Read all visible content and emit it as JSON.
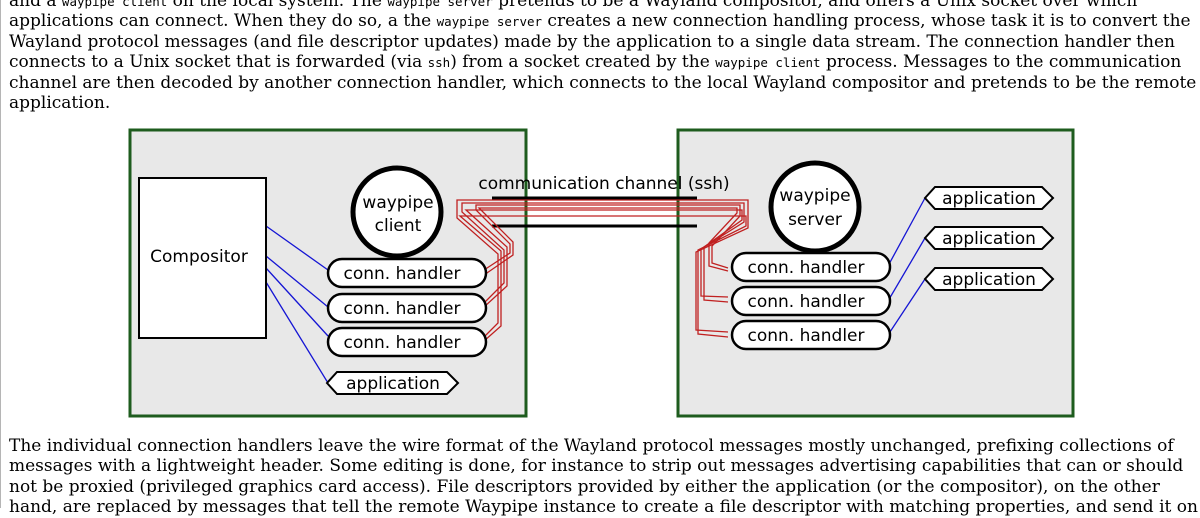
{
  "intro_paragraph": {
    "lines": [
      [
        {
          "t": "and a ",
          "code": false
        },
        {
          "t": "waypipe client",
          "code": true
        },
        {
          "t": " on the local system. The ",
          "code": false
        },
        {
          "t": "waypipe server",
          "code": true
        },
        {
          "t": " pretends to be a Wayland compositor, and offers a Unix socket over which",
          "code": false
        }
      ],
      [
        {
          "t": "applications can connect. When they do so, a the ",
          "code": false
        },
        {
          "t": "waypipe server",
          "code": true
        },
        {
          "t": " creates a new connection handling process, whose task it is to convert the",
          "code": false
        }
      ],
      [
        {
          "t": "Wayland protocol messages (and file descriptor updates) made by the application to a single data stream. The connection handler then",
          "code": false
        }
      ],
      [
        {
          "t": "connects to a Unix socket that is forwarded (via ",
          "code": false
        },
        {
          "t": "ssh",
          "code": true
        },
        {
          "t": ") from a socket created by the ",
          "code": false
        },
        {
          "t": "waypipe client",
          "code": true
        },
        {
          "t": " process. Messages to the communication",
          "code": false
        }
      ],
      [
        {
          "t": "channel are then decoded by another connection handler, which connects to the local Wayland compositor and pretends to be the remote",
          "code": false
        }
      ],
      [
        {
          "t": "application.",
          "code": false
        }
      ]
    ]
  },
  "diagram": {
    "channel_label": "communication channel (ssh)",
    "client_side": {
      "compositor_label": "Compositor",
      "waypipe_label_line1": "waypipe",
      "waypipe_label_line2": "client",
      "handlers": [
        "conn. handler",
        "conn. handler",
        "conn. handler"
      ],
      "local_application": "application"
    },
    "server_side": {
      "waypipe_label_line1": "waypipe",
      "waypipe_label_line2": "server",
      "handlers": [
        "conn. handler",
        "conn. handler",
        "conn. handler"
      ],
      "applications": [
        "application",
        "application",
        "application"
      ]
    },
    "colors": {
      "box_border": "#1e5c1e",
      "box_fill": "#e8e8e8",
      "blue_links": "#1515d4",
      "red_links": "#c02020"
    }
  },
  "closing_paragraph": {
    "lines": [
      [
        {
          "t": "The individual connection handlers leave the wire format of the Wayland protocol messages mostly unchanged, prefixing collections of",
          "code": false
        }
      ],
      [
        {
          "t": "messages with a lightweight header. Some editing is done, for instance to strip out messages advertising capabilities that can or should",
          "code": false
        }
      ],
      [
        {
          "t": "not be proxied (privileged graphics card access). File descriptors provided by either the application (or the compositor), on the other",
          "code": false
        }
      ],
      [
        {
          "t": "hand, are replaced by messages that tell the remote Waypipe instance to create a file descriptor with matching properties, and send it on",
          "code": false
        }
      ]
    ]
  }
}
